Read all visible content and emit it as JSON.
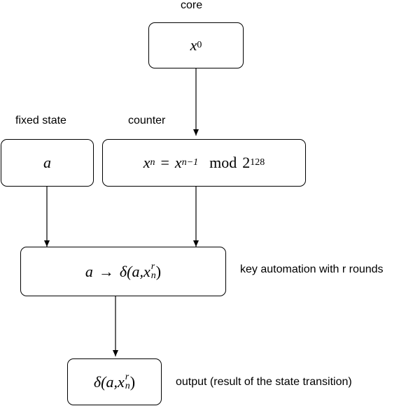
{
  "labels": {
    "core": "core",
    "fixed_state": "fixed state",
    "counter": "counter",
    "key_automation": "key automation with r rounds",
    "output": "output (result of the state transition)"
  },
  "nodes": {
    "x0": {
      "base": "x",
      "sub": "0"
    },
    "a": {
      "text": "a"
    },
    "counter_eq": {
      "lhs_base": "x",
      "lhs_sub": "n",
      "eq": "=",
      "rhs_base": "x",
      "rhs_sub": "n−1",
      "mod": "mod",
      "two": "2",
      "exp": "128"
    },
    "automation": {
      "a": "a",
      "arrow": "→",
      "delta": "δ",
      "open": "(a, ",
      "x": "x",
      "sup": "r",
      "sub": "n",
      "close": ")"
    },
    "output": {
      "delta": "δ",
      "open": "(a, ",
      "x": "x",
      "sup": "r",
      "sub": "n",
      "close": ")"
    }
  },
  "colors": {
    "stroke": "#000000",
    "background": "#ffffff"
  }
}
